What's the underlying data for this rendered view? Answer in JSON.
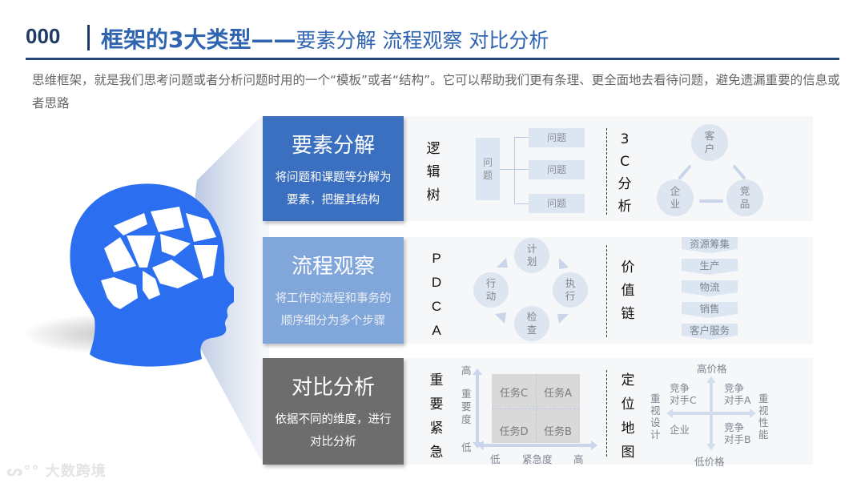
{
  "header": {
    "page_number": "000",
    "title_bold": "框架的3大类型——",
    "title_rest": "要素分解 流程观察 对比分析"
  },
  "intro": {
    "text": "思维框架，就是我们思考问题或者分析问题时用的一个“模板”或者“结构”。它可以帮助我们更有条理、更全面地去看待问题，避免遗漏重要的信息或者思路"
  },
  "colors": {
    "title_blue": "#2f64b0",
    "dark_navy": "#1f3b63",
    "category1": "#3b70c0",
    "category2": "#81a6da",
    "category3": "#6d6d6d",
    "head_blue": "#2b6ff0",
    "diagram_fill": "#dce5f2"
  },
  "categories": [
    {
      "title": "要素分解",
      "desc_line1": "将问题和课题等分解为",
      "desc_line2": "要素，把握其结构",
      "examples": [
        {
          "label": [
            "逻",
            "辑",
            "树"
          ],
          "diagram": {
            "root": [
              "问",
              "题"
            ],
            "children": [
              "问题",
              "问题",
              "问题"
            ]
          }
        },
        {
          "label": [
            "3",
            "C",
            "分",
            "析"
          ],
          "diagram": {
            "top": [
              "客",
              "户"
            ],
            "left": [
              "企",
              "业"
            ],
            "right": [
              "竞",
              "品"
            ]
          }
        }
      ]
    },
    {
      "title": "流程观察",
      "desc_line1": "将工作的流程和事务的",
      "desc_line2": "顺序细分为多个步骤",
      "examples": [
        {
          "label": [
            "P",
            "D",
            "C",
            "A"
          ],
          "diagram": {
            "top": [
              "计",
              "划"
            ],
            "right": [
              "执",
              "行"
            ],
            "bottom": [
              "检",
              "查"
            ],
            "left": [
              "行",
              "动"
            ]
          }
        },
        {
          "label": [
            "价",
            "值",
            "链"
          ],
          "diagram": {
            "steps": [
              "资源筹集",
              "生产",
              "物流",
              "销售",
              "客户服务"
            ]
          }
        }
      ]
    },
    {
      "title": "对比分析",
      "desc_line1": "依据不同的维度，进行",
      "desc_line2": "对比分析",
      "examples": [
        {
          "label": [
            "重",
            "要",
            "紧",
            "急"
          ],
          "diagram": {
            "y_high": "高",
            "y_label": [
              "重",
              "要",
              "度"
            ],
            "y_low": "低",
            "x_low": "低",
            "x_label": "紧急度",
            "x_high": "高",
            "cells": [
              "任务C",
              "任务A",
              "任务D",
              "任务B"
            ]
          }
        },
        {
          "label": [
            "定",
            "位",
            "地",
            "图"
          ],
          "diagram": {
            "top": "高价格",
            "bottom": "低价格",
            "left": [
              "重",
              "视",
              "设",
              "计"
            ],
            "right": [
              "重",
              "视",
              "性",
              "能"
            ],
            "q_top_left": [
              "竞争",
              "对手C"
            ],
            "q_top_right": [
              "竞争",
              "对手A"
            ],
            "q_bottom_left": [
              "企业"
            ],
            "q_bottom_right": [
              "竞争",
              "对手B"
            ]
          }
        }
      ]
    }
  ],
  "watermark": "大数跨境"
}
